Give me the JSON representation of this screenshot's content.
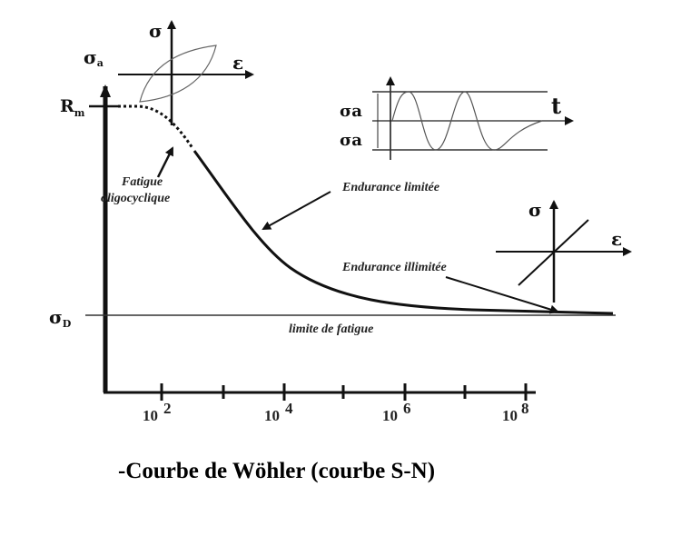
{
  "diagram": {
    "caption": "-Courbe de Wöhler (courbe S-N)",
    "y_axis_label": "σ",
    "y_axis_sub": "a",
    "rm_label": "R",
    "rm_sub": "m",
    "sigma_d_label": "σ",
    "sigma_d_sub": "D",
    "x_ticks": [
      {
        "base": "10",
        "exp": "2"
      },
      {
        "base": "10",
        "exp": "4"
      },
      {
        "base": "10",
        "exp": "6"
      },
      {
        "base": "10",
        "exp": "8"
      }
    ],
    "annotations": {
      "fatigue_line1": "Fatigue",
      "fatigue_line2": "oligocyclique",
      "endurance_limitee": "Endurance limitée",
      "endurance_illimitee": "Endurance illimitée",
      "limite_fatigue": "limite de fatigue"
    },
    "inset_hysteresis": {
      "y_label": "σ",
      "x_label": "ε"
    },
    "inset_signal": {
      "amp_label_top": "σa",
      "amp_label_bottom": "σa",
      "t_label": "t"
    },
    "inset_linear": {
      "y_label": "σ",
      "x_label": "ε"
    }
  }
}
